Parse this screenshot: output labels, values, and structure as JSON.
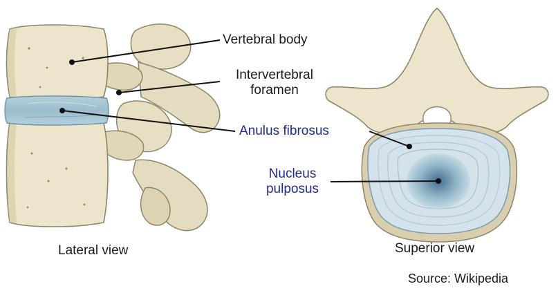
{
  "labels": {
    "vertebral_body": "Vertebral body",
    "intervertebral_foramen": [
      "Intervertebral",
      "foramen"
    ],
    "anulus_fibrosus": "Anulus fibrosus",
    "nucleus_pulposus": [
      "Nucleus",
      "pulposus"
    ]
  },
  "captions": {
    "lateral": "Lateral view",
    "superior": "Superior view",
    "source": "Source: Wikipedia"
  },
  "colors": {
    "bone": "#ece5cc",
    "bone_shadow": "#d6cba8",
    "bone_outline": "#8f8466",
    "disc_outer": "#cfdfe8",
    "disc_ring": "#a9c4d3",
    "nucleus": "#5e8aa3",
    "label_dark": "#1a1a1a",
    "label_blue": "#1f2a8c"
  }
}
